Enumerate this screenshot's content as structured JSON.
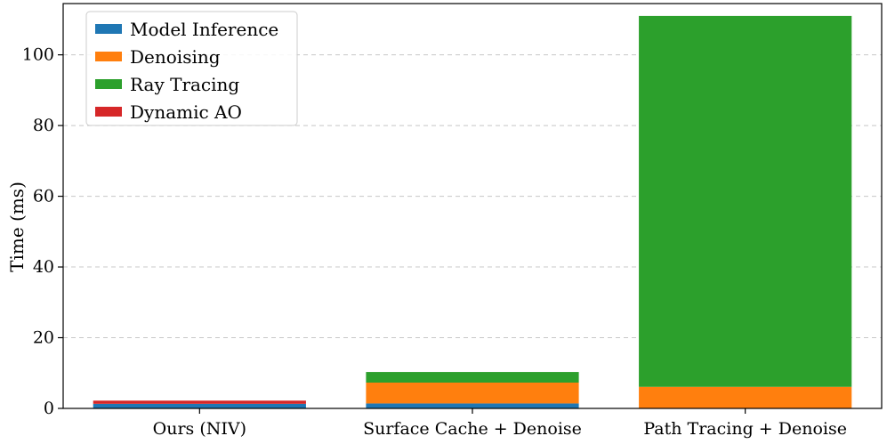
{
  "chart_data": {
    "type": "bar",
    "stacked": true,
    "categories": [
      "Ours (NIV)",
      "Surface Cache + Denoise",
      "Path Tracing + Denoise"
    ],
    "series": [
      {
        "name": "Model Inference",
        "color": "#1f77b4",
        "values": [
          1.3,
          1.4,
          0
        ]
      },
      {
        "name": "Denoising",
        "color": "#ff7f0e",
        "values": [
          0,
          5.9,
          6.1
        ]
      },
      {
        "name": "Ray Tracing",
        "color": "#2ca02c",
        "values": [
          0,
          3.0,
          104.9
        ]
      },
      {
        "name": "Dynamic AO",
        "color": "#d62728",
        "values": [
          0.9,
          0,
          0
        ]
      }
    ],
    "title": "",
    "xlabel": "",
    "ylabel": "Time (ms)",
    "ylim": [
      0,
      114.5
    ],
    "yticks": [
      0,
      20,
      40,
      60,
      80,
      100
    ],
    "grid": "y-dashed",
    "legend": "top-left"
  }
}
